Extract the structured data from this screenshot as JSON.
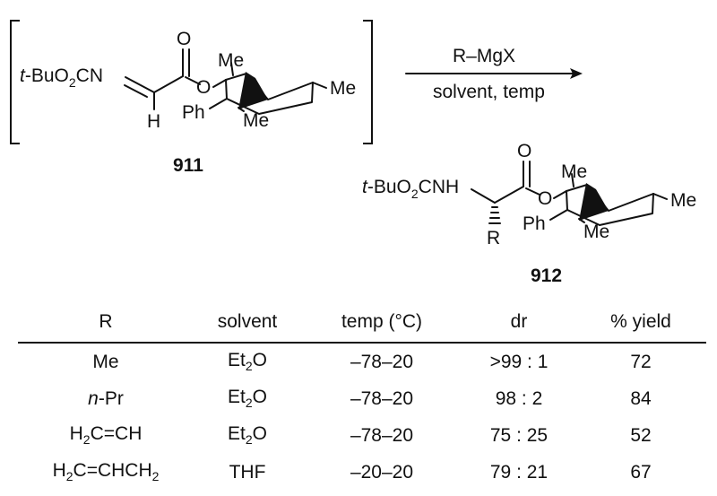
{
  "reagents": {
    "above": "R–MgX",
    "below": "solvent, temp"
  },
  "compounds": {
    "c911": {
      "number": "911",
      "left_group_italic": "t",
      "left_group": "-BuO",
      "left_sub": "2",
      "left_tail": "CN",
      "h": "H",
      "o_carbonyl": "O",
      "o_ester": "O",
      "me_top": "Me",
      "me_right": "Me",
      "me_bottom": "Me",
      "ph": "Ph"
    },
    "c912": {
      "number": "912",
      "left_group_italic": "t",
      "left_group": "-BuO",
      "left_sub": "2",
      "left_tail": "CNH",
      "r": "R",
      "o_carbonyl": "O",
      "o_ester": "O",
      "me_top": "Me",
      "me_right": "Me",
      "me_bottom": "Me",
      "ph": "Ph"
    }
  },
  "table": {
    "headers": [
      "R",
      "solvent",
      "temp (°C)",
      "dr",
      "% yield"
    ],
    "rows": [
      {
        "r": {
          "pre": "",
          "it": "",
          "main": "Me",
          "sub": "",
          "post": ""
        },
        "solvent": {
          "main": "Et",
          "sub": "2",
          "post": "O"
        },
        "temp": "–78–20",
        "dr": ">99 : 1",
        "yield": "72"
      },
      {
        "r": {
          "pre": "",
          "it": "n",
          "main": "-Pr",
          "sub": "",
          "post": ""
        },
        "solvent": {
          "main": "Et",
          "sub": "2",
          "post": "O"
        },
        "temp": "–78–20",
        "dr": "98 : 2",
        "yield": "84"
      },
      {
        "r": {
          "pre": "H",
          "it": "",
          "main": "",
          "sub": "2",
          "post": "C=CH"
        },
        "solvent": {
          "main": "Et",
          "sub": "2",
          "post": "O"
        },
        "temp": "–78–20",
        "dr": "75 : 25",
        "yield": "52"
      },
      {
        "r": {
          "pre": "H",
          "it": "",
          "main": "",
          "sub": "2",
          "post": "C=CHCH",
          "sub2": "2"
        },
        "solvent": {
          "main": "THF",
          "sub": "",
          "post": ""
        },
        "temp": "–20–20",
        "dr": "79 : 21",
        "yield": "67"
      }
    ]
  }
}
